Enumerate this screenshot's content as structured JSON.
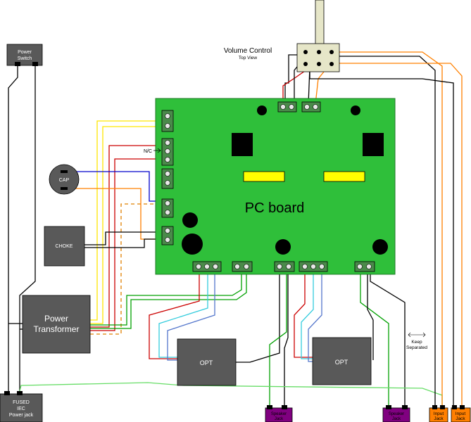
{
  "labels": {
    "power_switch": [
      "Power",
      "Switch"
    ],
    "volume_control": "Volume Control",
    "volume_control_sub": "Top View",
    "cap": "CAP",
    "choke": "CHOKE",
    "nc": "N/C",
    "pc_board": "PC board",
    "power_transformer": [
      "Power",
      "Transformer"
    ],
    "opt_left": "OPT",
    "opt_right": "OPT",
    "keep_separated": [
      "Keep",
      "Separated"
    ],
    "fused_iec": [
      "FUSED",
      "IEC",
      "Power jack"
    ],
    "speaker_jack_left": [
      "Speaker",
      "Jack"
    ],
    "speaker_jack_right": [
      "Speaker",
      "Jack"
    ],
    "input_jack_left": [
      "Input",
      "Jack"
    ],
    "input_jack_right": [
      "Input",
      "Jack"
    ]
  },
  "colors": {
    "board": "#2fbf3a",
    "board_edge": "#1e7a25",
    "component_gray": "#595959",
    "terminal": "#4a8a4a",
    "yellow_block": "#ffff00",
    "speaker_jack": "#800080",
    "input_jack": "#ff7f00",
    "pot": "#e6e6c8",
    "wire_yellow": "#ffe600",
    "wire_red": "#cc0000",
    "wire_blue": "#0000cc",
    "wire_orange": "#ff8000",
    "wire_green": "#00a000",
    "wire_light_green": "#66dd66",
    "wire_cyan": "#33ccdd",
    "wire_steel": "#5577cc",
    "wire_black": "#000000"
  }
}
